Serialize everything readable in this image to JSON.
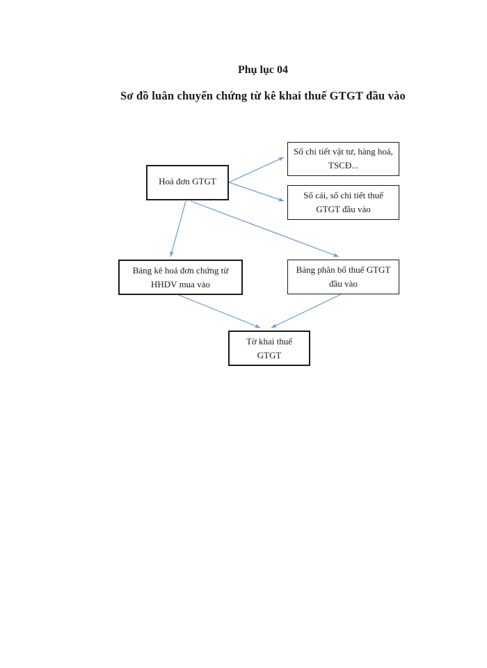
{
  "page": {
    "title": "Phụ lục 04",
    "subtitle": "Sơ đồ luân chuyển chứng từ kê khai thuế GTGT đầu vào"
  },
  "diagram": {
    "line_color": "#6b95cf",
    "box_border_color": "#1a1a1a",
    "nodes": [
      {
        "id": "hoa-don-gtgt",
        "lines": [
          "Hoá đơn GTGT"
        ]
      },
      {
        "id": "so-chi-tiet-vat-tu",
        "lines": [
          "Sổ chi tiết vật tư, hàng hoá,",
          "TSCĐ..."
        ]
      },
      {
        "id": "so-cai-chi-tiet-thue",
        "lines": [
          "Sổ cái, sổ chi tiết thuế",
          "GTGT đầu vào"
        ]
      },
      {
        "id": "bang-ke-hoa-don",
        "lines": [
          "Bảng kê hoá đơn chứng từ",
          "HHDV mua vào"
        ]
      },
      {
        "id": "bang-phan-bo-thue",
        "lines": [
          "Bảng phân bổ thuế GTGT",
          "đầu vào"
        ]
      },
      {
        "id": "to-khai-thue",
        "lines": [
          "Tờ khai thuế",
          "GTGT"
        ]
      }
    ]
  }
}
